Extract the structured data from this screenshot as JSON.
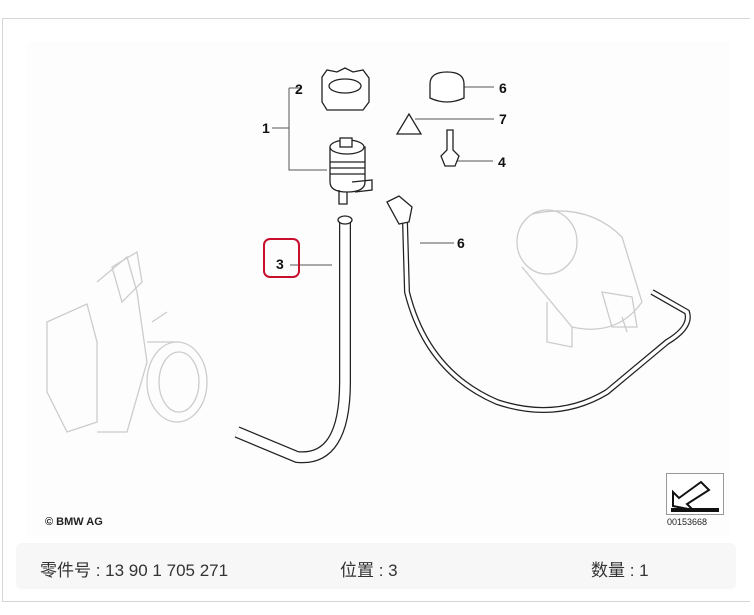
{
  "diagram": {
    "callouts": [
      {
        "id": "1",
        "label": "1"
      },
      {
        "id": "2",
        "label": "2"
      },
      {
        "id": "3",
        "label": "3",
        "selected": true
      },
      {
        "id": "4",
        "label": "4"
      },
      {
        "id": "6a",
        "label": "6"
      },
      {
        "id": "6b",
        "label": "6"
      },
      {
        "id": "7",
        "label": "7"
      }
    ],
    "copyright": "© BMW AG",
    "image_number": "00153668",
    "highlight_color": "#c8102e"
  },
  "info": {
    "part_number": "零件号 : 13 90 1 705 271",
    "position": "位置 : 3",
    "quantity": "数量 : 1"
  }
}
